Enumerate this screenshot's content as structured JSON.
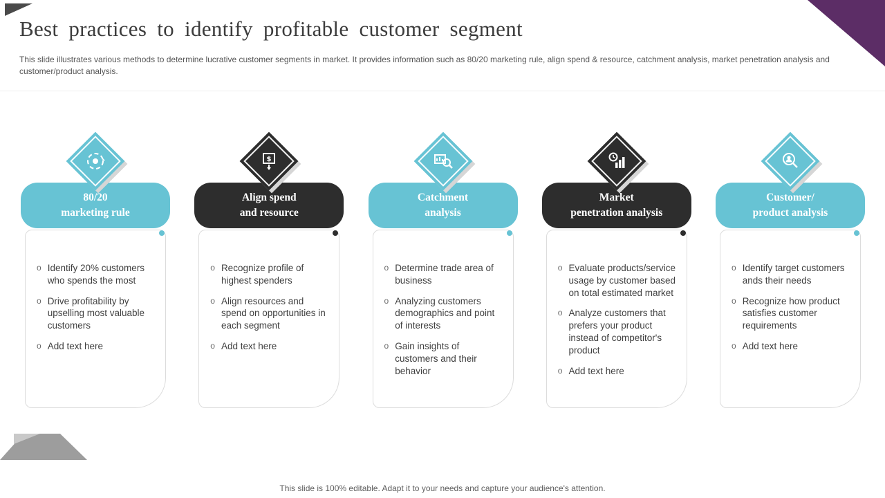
{
  "slide": {
    "title": "Best practices to identify profitable customer segment",
    "description": "This slide illustrates various methods to determine lucrative customer segments in market. It provides information such as 80/20 marketing rule, align spend & resource, catchment analysis, market penetration analysis and customer/product analysis.",
    "footer_note": "This slide is 100% editable. Adapt it to your needs and capture your audience's attention."
  },
  "colors": {
    "teal": "#67C3D4",
    "dark": "#2D2D2D",
    "purple": "#5C2D66",
    "gray_shape": "#9D9D9D"
  },
  "bullet_marker": "o",
  "columns": [
    {
      "title": "80/20\nmarketing rule",
      "theme": "teal",
      "icon": "cycle-target-icon",
      "bullets": [
        "Identify 20% customers who spends the most",
        "Drive profitability by upselling most valuable customers",
        "Add text here"
      ]
    },
    {
      "title": "Align spend\nand resource",
      "theme": "dark",
      "icon": "dollar-transfer-icon",
      "bullets": [
        "Recognize profile of highest spenders",
        "Align resources and spend on opportunities in each segment",
        "Add text here"
      ]
    },
    {
      "title": "Catchment\nanalysis",
      "theme": "teal",
      "icon": "chart-magnifier-icon",
      "bullets": [
        "Determine trade area of business",
        "Analyzing customers demographics and point of interests",
        "Gain insights of customers and their behavior"
      ]
    },
    {
      "title": "Market\npenetration analysis",
      "theme": "dark",
      "icon": "growth-chart-icon",
      "bullets": [
        "Evaluate products/service usage by customer based on total estimated market",
        "Analyze customers that prefers your product instead of competitor's product",
        "Add text here"
      ]
    },
    {
      "title": "Customer/\nproduct analysis",
      "theme": "teal",
      "icon": "user-magnifier-icon",
      "bullets": [
        "Identify target customers ands their needs",
        "Recognize how product satisfies customer requirements",
        "Add text here"
      ]
    }
  ]
}
